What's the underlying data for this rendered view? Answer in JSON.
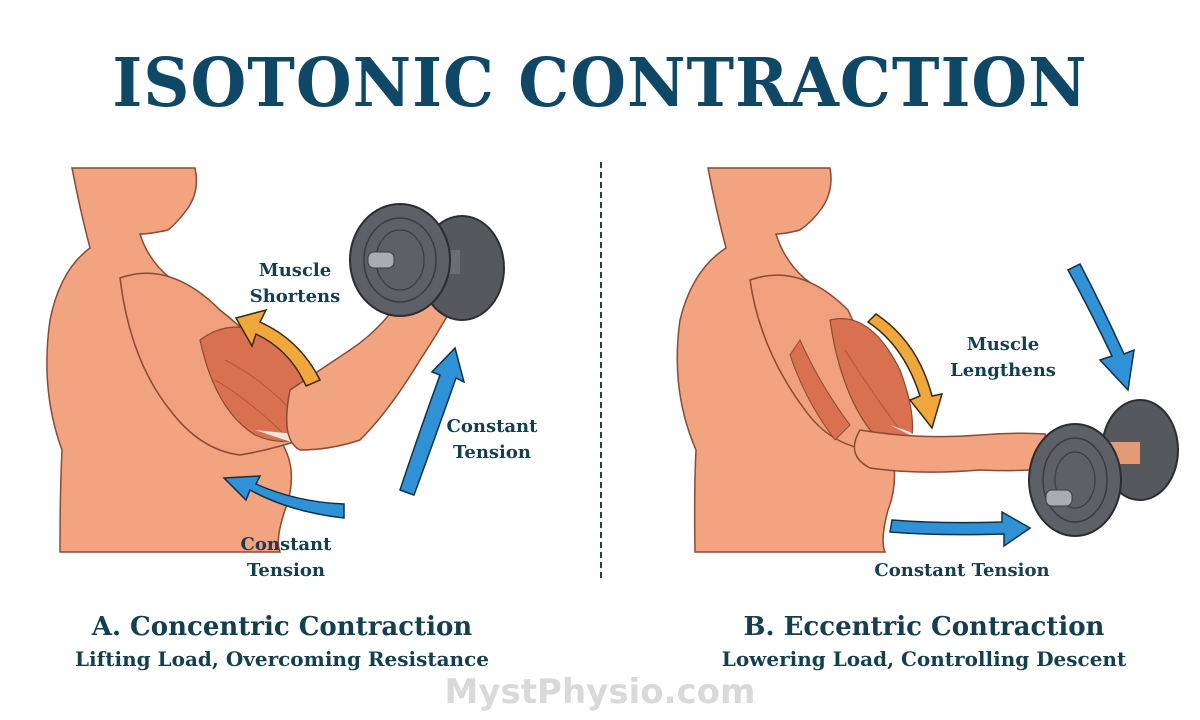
{
  "title": "ISOTONIC CONTRACTION",
  "colors": {
    "title": "#0f4866",
    "text": "#143f4f",
    "skin": "#f2a37f",
    "muscle": "#d9704f",
    "arrow_tension": "#2f92d6",
    "arrow_muscle": "#f0a83c",
    "dumbbell": "#5d6066",
    "watermark": "#d9d9d9"
  },
  "panels": [
    {
      "id": "concentric",
      "heading": "A. Concentric Contraction",
      "subheading": "Lifting Load, Overcoming Resistance",
      "labels": {
        "muscle_line1": "Muscle",
        "muscle_line2": "Shortens",
        "tension_right_line1": "Constant",
        "tension_right_line2": "Tension",
        "tension_bottom_line1": "Constant",
        "tension_bottom_line2": "Tension"
      }
    },
    {
      "id": "eccentric",
      "heading": "B. Eccentric Contraction",
      "subheading": "Lowering Load, Controlling Descent",
      "labels": {
        "muscle_line1": "Muscle",
        "muscle_line2": "Lengthens",
        "tension_bottom": "Constant Tension"
      }
    }
  ],
  "watermark": "MystPhysio.com"
}
